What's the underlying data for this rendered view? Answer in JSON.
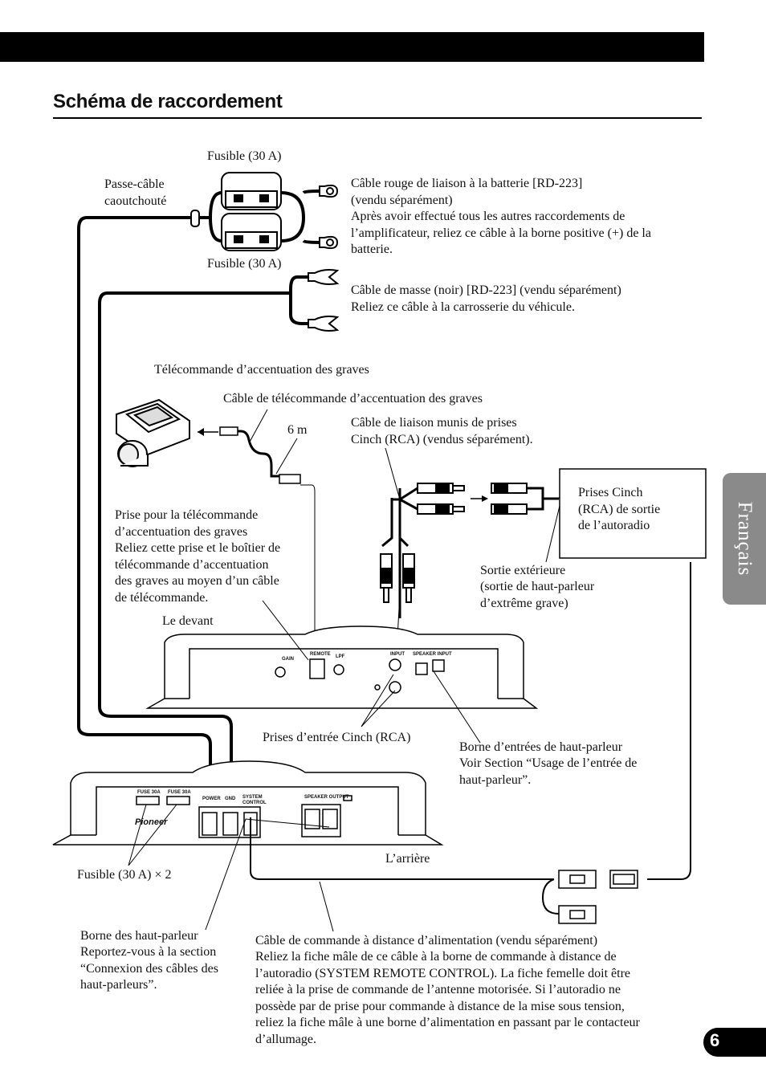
{
  "header": {
    "title": "Schéma de raccordement"
  },
  "side_tab": {
    "label": "Français"
  },
  "page_number": "6",
  "labels": {
    "fuse_top": "Fusible (30 A)",
    "fuse_bottom": "Fusible (30 A)",
    "grommet": [
      "Passe-câble",
      "caoutchouté"
    ],
    "battery_cable": [
      "Câble rouge de liaison à la batterie [RD-223]",
      "(vendu séparément)",
      "Après avoir effectué tous les autres raccordements de",
      "l’amplificateur, reliez ce câble à la borne positive (+) de la",
      "batterie."
    ],
    "ground_cable": [
      "Câble de masse (noir) [RD-223] (vendu séparément)",
      "Reliez ce câble à la carrosserie du véhicule."
    ],
    "bass_remote": "Télécommande d’accentuation des graves",
    "bass_remote_cable": "Câble de télécommande d’accentuation des graves",
    "length": "6 m",
    "rca_cable": [
      "Câble de liaison munis de prises",
      "Cinch (RCA) (vendus séparément)."
    ],
    "rca_output": [
      "Prises Cinch",
      "(RCA) de sortie",
      "de l’autoradio"
    ],
    "remote_jack": [
      "Prise pour la télécommande",
      "d’accentuation des graves",
      "Reliez cette prise et le boîtier de",
      "télécommande d’accentuation",
      "des graves au moyen d’un câble",
      "de télécommande."
    ],
    "external_output": [
      "Sortie extérieure",
      "(sortie de haut-parleur",
      "d’extrême grave)"
    ],
    "front": "Le devant",
    "rca_input": "Prises d’entrée Cinch (RCA)",
    "speaker_input": [
      "Borne d’entrées de haut-parleur",
      "Voir Section “Usage de l’entrée de",
      "haut-parleur”."
    ],
    "rear": "L’arrière",
    "fuse_x2": "Fusible (30 A) × 2",
    "speaker_terminal": [
      "Borne des haut-parleur",
      "Reportez-vous à la section",
      "“Connexion des câbles des",
      "haut-parleurs”."
    ],
    "power_remote": [
      "Câble de commande à distance d’alimentation (vendu séparément)",
      "Reliez la fiche mâle de ce câble à la borne de commande à distance de",
      "l’autoradio (SYSTEM REMOTE CONTROL). La fiche femelle doit être",
      "reliée à la prise de commande de l’antenne motorisée. Si l’autoradio ne",
      "possède par de prise pour commande à distance de la mise sous tension,",
      "reliez la fiche mâle à une borne d’alimentation en passant par le contacteur",
      "d’allumage."
    ]
  },
  "panel_text": {
    "gain": "GAIN",
    "lpf": "LPF",
    "remote": "REMOTE",
    "input": "INPUT",
    "speaker_input": "SPEAKER INPUT",
    "fuse_a": "FUSE 30A",
    "fuse_b": "FUSE 30A",
    "power": "POWER",
    "gnd": "GND",
    "system_control": "SYSTEM CONTROL",
    "speaker_output": "SPEAKER OUTPUT",
    "brand": "Pioneer"
  }
}
